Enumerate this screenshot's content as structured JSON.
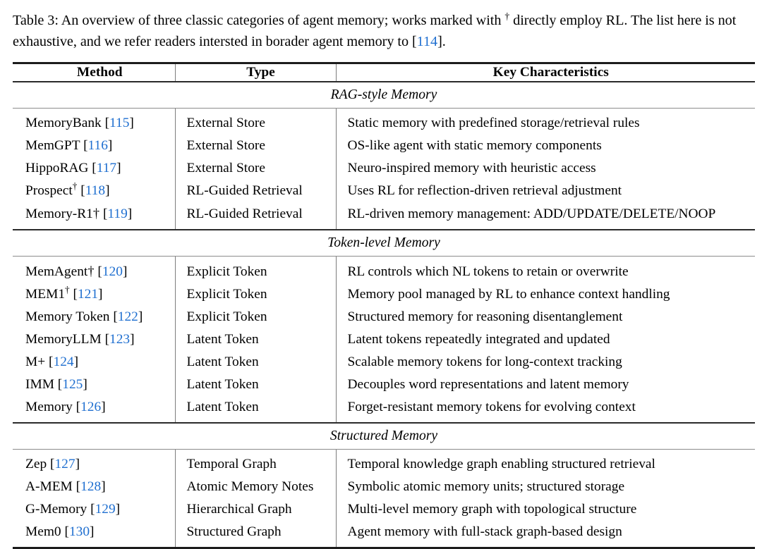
{
  "caption": {
    "prefix": "Table 3: An overview of three classic categories of agent memory; works marked with ",
    "dagger": "†",
    "middle": " directly employ RL. The list here is not exhaustive, and we refer readers intersted in borader agent memory to [",
    "citation": "114",
    "suffix": "]."
  },
  "table": {
    "headers": {
      "method": "Method",
      "type": "Type",
      "characteristics": "Key Characteristics"
    },
    "sections": [
      {
        "title": "RAG-style Memory",
        "rows": [
          {
            "method": "MemoryBank",
            "dagger": "",
            "citation": "115",
            "type": "External Store",
            "characteristics": "Static memory with predefined storage/retrieval rules"
          },
          {
            "method": "MemGPT",
            "dagger": "",
            "citation": "116",
            "type": "External Store",
            "characteristics": "OS-like agent with static memory components"
          },
          {
            "method": "HippoRAG",
            "dagger": "",
            "citation": "117",
            "type": "External Store",
            "characteristics": "Neuro-inspired memory with heuristic access"
          },
          {
            "method": "Prospect",
            "dagger": "sup",
            "citation": "118",
            "type": "RL-Guided Retrieval",
            "characteristics": "Uses RL for reflection-driven retrieval adjustment"
          },
          {
            "method": "Memory-R1",
            "dagger": "inline",
            "citation": "119",
            "type": "RL-Guided Retrieval",
            "characteristics": "RL-driven memory management: ADD/UPDATE/DELETE/NOOP"
          }
        ]
      },
      {
        "title": "Token-level Memory",
        "rows": [
          {
            "method": "MemAgent",
            "dagger": "inline",
            "citation": "120",
            "type": "Explicit Token",
            "characteristics": "RL controls which NL tokens to retain or overwrite"
          },
          {
            "method": "MEM1",
            "dagger": "sup",
            "citation": "121",
            "type": "Explicit Token",
            "characteristics": "Memory pool managed by RL to enhance context handling"
          },
          {
            "method": "Memory Token",
            "dagger": "",
            "citation": "122",
            "type": "Explicit Token",
            "characteristics": "Structured memory for reasoning disentanglement"
          },
          {
            "method": "MemoryLLM",
            "dagger": "",
            "citation": "123",
            "type": "Latent Token",
            "characteristics": "Latent tokens repeatedly integrated and updated"
          },
          {
            "method": "M+",
            "dagger": "",
            "citation": "124",
            "type": "Latent Token",
            "characteristics": "Scalable memory tokens for long-context tracking"
          },
          {
            "method": "IMM",
            "dagger": "",
            "citation": "125",
            "type": "Latent Token",
            "characteristics": "Decouples word representations and latent memory"
          },
          {
            "method": "Memory",
            "dagger": "",
            "citation": "126",
            "type": "Latent Token",
            "characteristics": "Forget-resistant memory tokens for evolving context"
          }
        ]
      },
      {
        "title": "Structured Memory",
        "rows": [
          {
            "method": "Zep",
            "dagger": "",
            "citation": "127",
            "type": "Temporal Graph",
            "characteristics": "Temporal knowledge graph enabling structured retrieval"
          },
          {
            "method": "A-MEM",
            "dagger": "",
            "citation": "128",
            "type": "Atomic Memory Notes",
            "characteristics": "Symbolic atomic memory units; structured storage"
          },
          {
            "method": "G-Memory",
            "dagger": "",
            "citation": "129",
            "type": "Hierarchical Graph",
            "characteristics": "Multi-level memory graph with topological structure"
          },
          {
            "method": "Mem0",
            "dagger": "",
            "citation": "130",
            "type": "Structured Graph",
            "characteristics": "Agent memory with full-stack graph-based design"
          }
        ]
      }
    ]
  },
  "colors": {
    "citation_link": "#1f6fd0",
    "rule_dark": "#1c1c1c",
    "rule_light": "#8c8c8c",
    "text": "#000000"
  }
}
